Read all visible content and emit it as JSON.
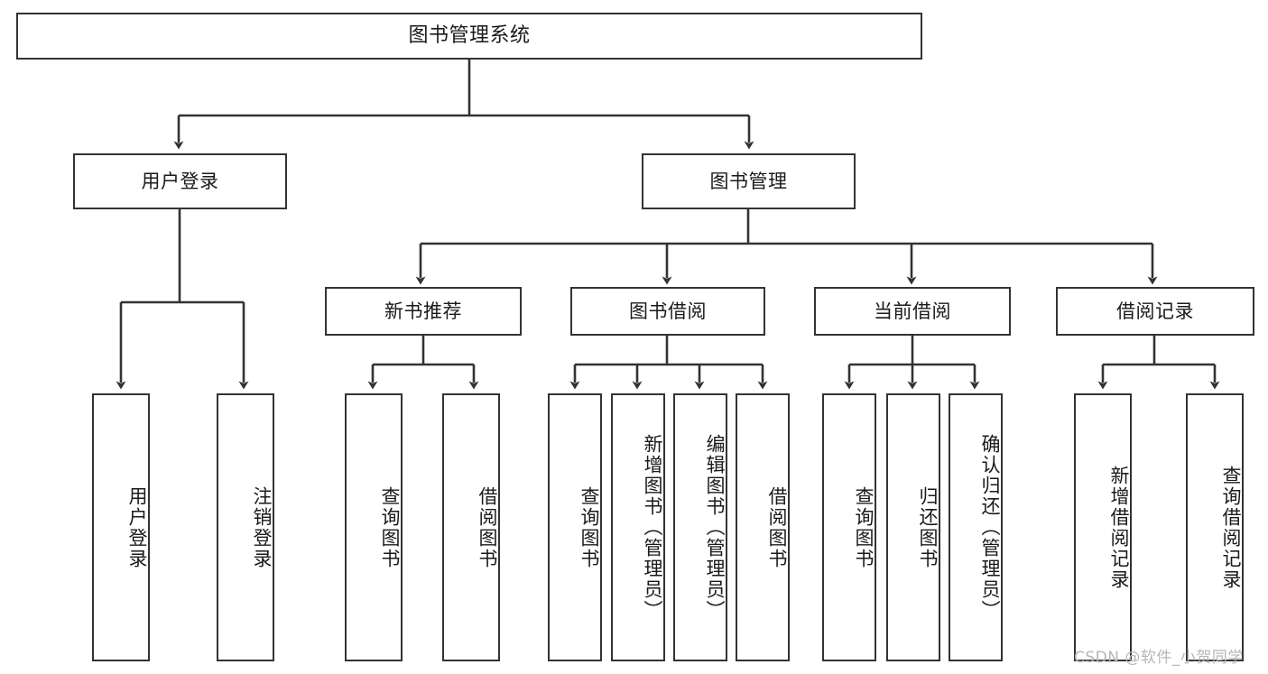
{
  "diagram": {
    "title": "图书管理系统",
    "type": "tree-hierarchy",
    "orientation": "top-down",
    "colors": {
      "box_border": "#333333",
      "box_fill": "#ffffff",
      "edge": "#333333",
      "text": "#1a1a1a",
      "watermark": "#b6b6b6",
      "background": "#ffffff"
    },
    "levels": 4
  },
  "root": {
    "label": "图书管理系统"
  },
  "level2": [
    {
      "label": "用户登录"
    },
    {
      "label": "图书管理"
    }
  ],
  "level3": [
    {
      "label": "新书推荐"
    },
    {
      "label": "图书借阅"
    },
    {
      "label": "当前借阅"
    },
    {
      "label": "借阅记录"
    }
  ],
  "leaves": {
    "user_login": [
      {
        "label": "用户登录"
      },
      {
        "label": "注销登录"
      }
    ],
    "new_book_recommend": [
      {
        "label": "查询图书"
      },
      {
        "label": "借阅图书"
      }
    ],
    "book_borrow": [
      {
        "label": "查询图书"
      },
      {
        "label": "新增图书（管理员）"
      },
      {
        "label": "编辑图书（管理员）"
      },
      {
        "label": "借阅图书"
      }
    ],
    "current_borrow": [
      {
        "label": "查询图书"
      },
      {
        "label": "归还图书"
      },
      {
        "label": "确认归还（管理员）"
      }
    ],
    "borrow_record": [
      {
        "label": "新增借阅记录"
      },
      {
        "label": "查询借阅记录"
      }
    ]
  },
  "watermark": {
    "text": "CSDN @软件_小贺同学"
  }
}
